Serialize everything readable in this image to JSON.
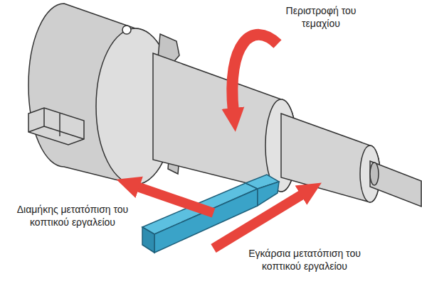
{
  "diagram": {
    "labels": [
      "Περιστροφή του τεμαχίου",
      "Διαμήκης μετατόπιση του κοπτικού εργαλείου",
      "Εγκάρσια μετατόπιση του κοπτικού εργαλείου"
    ]
  }
}
